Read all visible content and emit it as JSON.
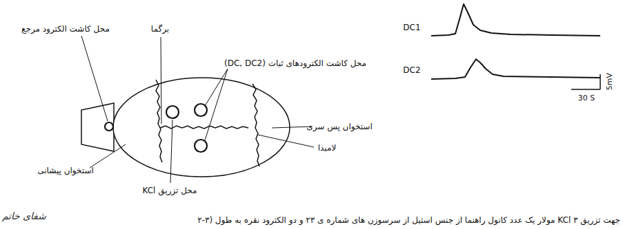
{
  "diagram": {
    "labels": [
      "محل کاشت الکترود مرجع",
      "برگما",
      "محل کاشت الکترودهای ثبات (DC, DC2)",
      "استخوان پس سری",
      "لامبدا",
      "استخوان پیشانی",
      "محل تزریق KCl",
      "DC1",
      "DC2",
      "5mV",
      "30 S",
      "شفای خاتم",
      "جهت تزریق KCl ۳ مولار یک عدد کانول راهنما از جنس استیل از سرسوزن های شماره ی ۲۳ و دو الکترود نقره به طول (۳-۲"
    ]
  }
}
